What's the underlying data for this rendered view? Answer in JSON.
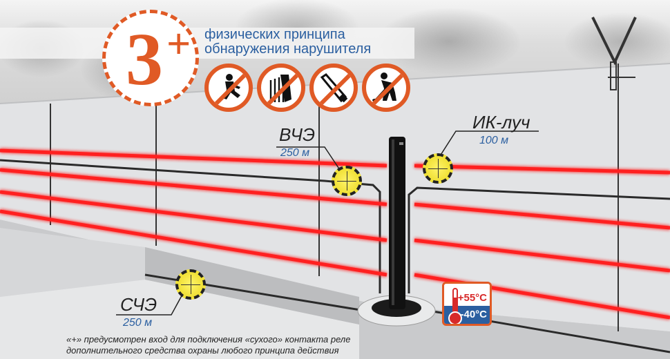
{
  "header": {
    "badge_number": "3",
    "badge_plus": "+",
    "title_line1": "физических принципа",
    "title_line2": "обнаружения нарушителя"
  },
  "prohibitions": [
    {
      "icon": "running-intruder-icon",
      "meaning": "no climbing / running over"
    },
    {
      "icon": "fence-climb-icon",
      "meaning": "no fence breaching"
    },
    {
      "icon": "hacksaw-icon",
      "meaning": "no cutting"
    },
    {
      "icon": "digging-intruder-icon",
      "meaning": "no digging"
    }
  ],
  "sensors": {
    "vche": {
      "name": "ВЧЭ",
      "range": "250 м"
    },
    "ik": {
      "name": "ИК-луч",
      "range": "100 м"
    },
    "sche": {
      "name": "СЧЭ",
      "range": "250 м"
    }
  },
  "temperature": {
    "max": "+55°C",
    "min": "-40°C"
  },
  "footnote": {
    "line1": "«+» предусмотрен вход для подключения «сухого» контакта реле",
    "line2": "дополнительного средства охраны любого принципа действия"
  },
  "colors": {
    "accent_orange": "#e05a25",
    "text_blue": "#2b5fa0",
    "beam_red": "#ff1a1a",
    "sensor_yellow": "#f1e23a",
    "wall_gray": "#e2e3e5",
    "ground_gray": "#c9cacc"
  }
}
